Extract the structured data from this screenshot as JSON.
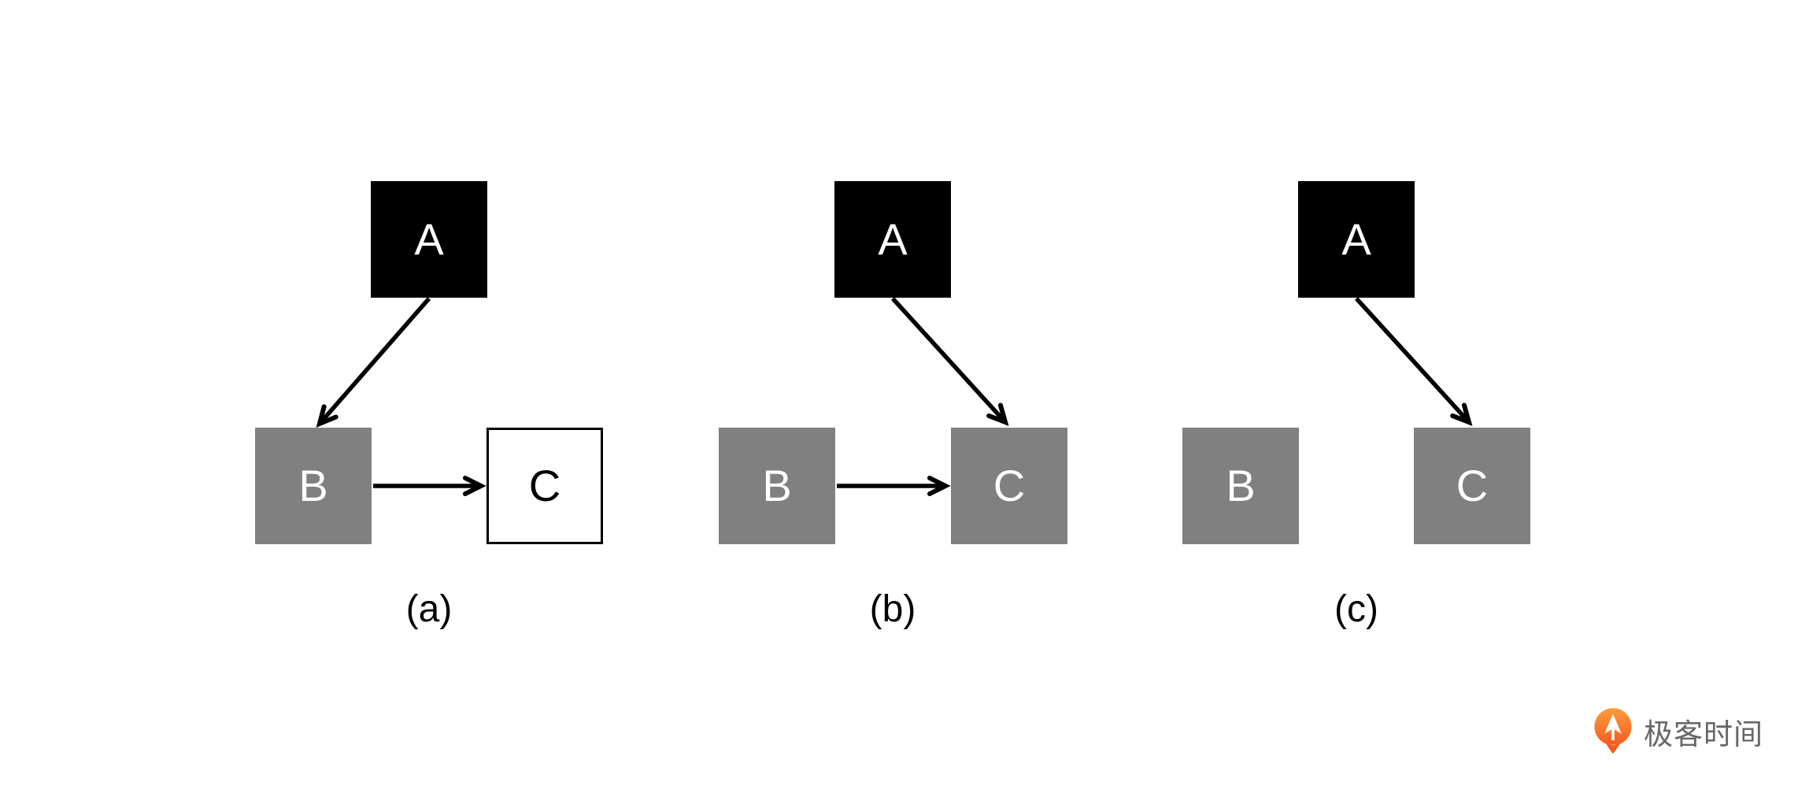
{
  "colors": {
    "background": "#FFFFFF",
    "node_black_fill": "#000000",
    "node_gray_fill": "#808080",
    "node_white_fill": "#FFFFFF",
    "node_outline": "#000000",
    "node_letter_on_dark": "#FFFFFF",
    "node_letter_on_white": "#000000",
    "arrow": "#000000",
    "logo_orange": "#F8661F",
    "logo_text_gray": "#666666"
  },
  "diagrams": [
    {
      "caption": "(a)",
      "nodes": [
        {
          "label": "A",
          "variant": "black"
        },
        {
          "label": "B",
          "variant": "gray"
        },
        {
          "label": "C",
          "variant": "white-outlined"
        }
      ],
      "edges": [
        {
          "from": "A",
          "to": "B"
        },
        {
          "from": "B",
          "to": "C"
        }
      ]
    },
    {
      "caption": "(b)",
      "nodes": [
        {
          "label": "A",
          "variant": "black"
        },
        {
          "label": "B",
          "variant": "gray"
        },
        {
          "label": "C",
          "variant": "gray"
        }
      ],
      "edges": [
        {
          "from": "A",
          "to": "C"
        },
        {
          "from": "B",
          "to": "C"
        }
      ]
    },
    {
      "caption": "(c)",
      "nodes": [
        {
          "label": "A",
          "variant": "black"
        },
        {
          "label": "B",
          "variant": "gray"
        },
        {
          "label": "C",
          "variant": "gray"
        }
      ],
      "edges": [
        {
          "from": "A",
          "to": "C"
        }
      ]
    }
  ],
  "watermark": {
    "brand_text": "极客时间",
    "icon": "geektime-logo-icon"
  }
}
